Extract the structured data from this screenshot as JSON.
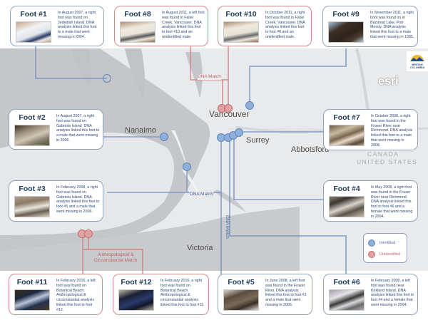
{
  "colors": {
    "identified": "#8fb0d8",
    "identified_border": "#5f86bd",
    "unidentified": "#e3a2a2",
    "unidentified_border": "#c46c6c",
    "line_blue": "#7090c0",
    "line_red": "#cf7f7f",
    "card_border_blue": "#8ea3bf",
    "card_border_red": "#d38a8a"
  },
  "logos": {
    "esri": "esri",
    "bc_line1": "BRITISH",
    "bc_line2": "COLUMBIA"
  },
  "map": {
    "places": [
      {
        "name": "Vancouver"
      },
      {
        "name": "Nanaimo"
      },
      {
        "name": "Surrey"
      },
      {
        "name": "Abbotsford"
      },
      {
        "name": "Victoria"
      }
    ],
    "border_labels": [
      "CANADA",
      "UNITED STATES"
    ],
    "match_labels": {
      "dna_top": "DNA Match",
      "dna_middle": "DNA Match",
      "dna_vertical": "DNA Match",
      "anthro_line1": "Anthropological &",
      "anthro_line2": "Circumstantial Match"
    }
  },
  "legend": {
    "items": [
      {
        "label": "Identified",
        "status": "identified"
      },
      {
        "label": "Unidentified",
        "status": "unidentified"
      }
    ]
  },
  "feet": [
    {
      "id": "foot1",
      "title": "Foot #1",
      "status": "identified",
      "text": "In August 2007, a right foot was found on Jedediah Island. DNA analysis linked this foot to a male that went missing in 2004.",
      "photo": "white-sneaker"
    },
    {
      "id": "foot8",
      "title": "Foot #8",
      "status": "unidentified",
      "text": "In August 2011, a left foot was found in False Creek, Vancouver. DNA analysis linked this foot to foot #10 and an unidentified male.",
      "photo": "white-sneaker"
    },
    {
      "id": "foot10",
      "title": "Foot #10",
      "status": "unidentified",
      "text": "In October 2011, a right foot was found in False Creek, Vancouver. DNA analysis linked this foot to foot #8 and an unidentified male.",
      "photo": "white-sneaker"
    },
    {
      "id": "foot9",
      "title": "Foot #9",
      "status": "identified",
      "text": "In November 2011, a right boot was found on in Bazamat Lake, Port Moody. DNA analysis linked this foot to a male that went missing in 1985.",
      "photo": "brown-boot"
    },
    {
      "id": "foot2",
      "title": "Foot #2",
      "status": "identified",
      "text": "In August 2007, a right foot was found on Gabriola Island. DNA analysis linked this foot to a male that went missing in 2006.",
      "photo": "worn-shoe"
    },
    {
      "id": "foot7",
      "title": "Foot #7",
      "status": "identified",
      "text": "In October 2008, a right foot was found in the Fraser River near Richmond. DNA analysis linked this foot to a male that went missing in 2008.",
      "photo": "worn-shoe"
    },
    {
      "id": "foot3",
      "title": "Foot #3",
      "status": "identified",
      "text": "In February 2008, a right foot was found on Gabriola Island. DNA analysis linked this foot to foot #5 and a male that went missing in 2006.",
      "photo": "worn-shoe"
    },
    {
      "id": "foot4",
      "title": "Foot #4",
      "status": "identified",
      "text": "In May 2008, a right foot was found in the Fraser River near Richmond. DNA analysis linked this foot to foot #6 and a female that went missing in 2004.",
      "photo": "worn-shoe"
    },
    {
      "id": "foot11",
      "title": "Foot #11",
      "status": "unidentified",
      "text": "In February 2016, a left foot was found on Botanical Beach. Anthropological & circumstantial analysis linked this foot to foot #12.",
      "photo": "dark-shoe"
    },
    {
      "id": "foot12",
      "title": "Foot #12",
      "status": "unidentified",
      "text": "In February 2016, a right foot was found on Botanical Beach. Anthropological & circumstantial analysis linked this foot to foot #11.",
      "photo": "dark-shoe"
    },
    {
      "id": "foot5",
      "title": "Foot #5",
      "status": "identified",
      "text": "In June 2008, a left foot was found in the Fraser River. DNA analysis linked this foot to foot #3 and a male that went missing in 2006.",
      "photo": "worn-shoe"
    },
    {
      "id": "foot6",
      "title": "Foot #6",
      "status": "identified",
      "text": "In February 2008, a left foot was found near Kirkland Island. DNA analysis linked this foot to foot #4 and a female that went missing in 2004.",
      "photo": "white-sneaker"
    }
  ]
}
